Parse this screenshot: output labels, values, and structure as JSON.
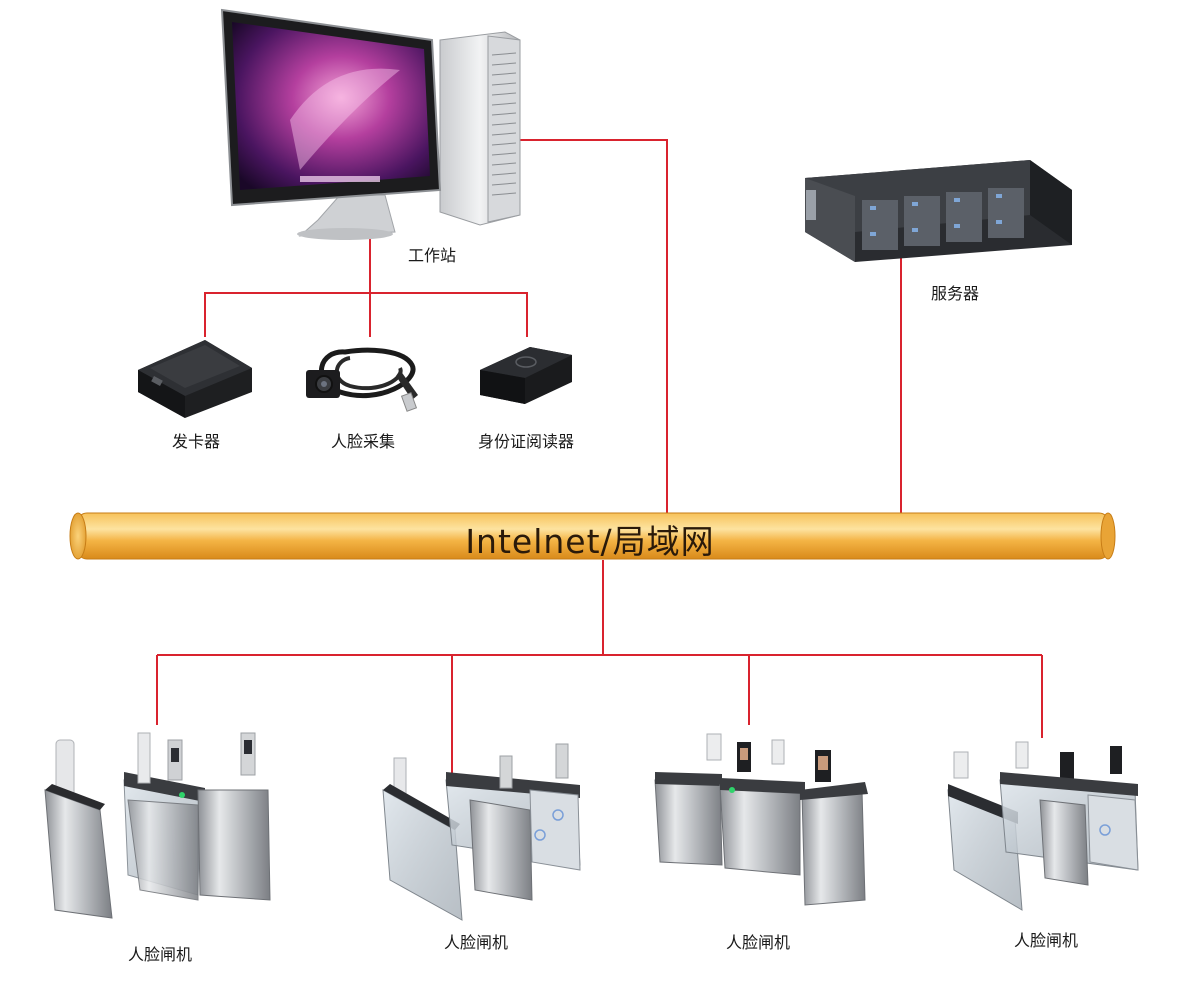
{
  "network": {
    "label": "Intelnet/局域网"
  },
  "workstation": {
    "label": "工作站",
    "icon": "workstation-computer-icon"
  },
  "server": {
    "label": "服务器",
    "icon": "rack-server-icon"
  },
  "peripherals": [
    {
      "label": "发卡器",
      "icon": "card-issuer-icon"
    },
    {
      "label": "人脸采集",
      "icon": "usb-camera-icon"
    },
    {
      "label": "身份证阅读器",
      "icon": "id-card-reader-icon"
    }
  ],
  "gates": [
    {
      "label": "人脸闸机",
      "icon": "turnstile-gate-icon"
    },
    {
      "label": "人脸闸机",
      "icon": "turnstile-gate-icon"
    },
    {
      "label": "人脸闸机",
      "icon": "turnstile-gate-icon"
    },
    {
      "label": "人脸闸机",
      "icon": "turnstile-gate-icon"
    }
  ],
  "colors": {
    "link": "#d9232e",
    "bus": "#f2b54a",
    "bus_edge": "#d98a1a"
  }
}
